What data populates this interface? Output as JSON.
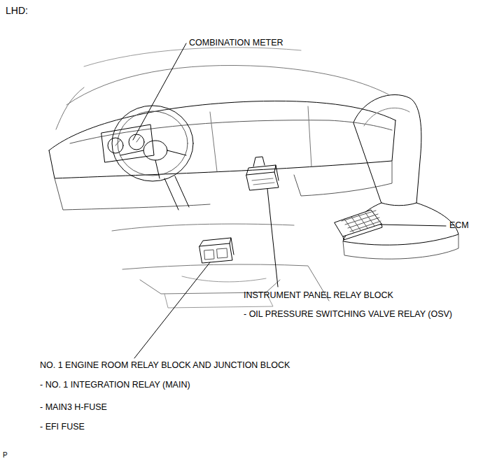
{
  "diagram": {
    "labels": [
      "LHD:",
      "COMBINATION METER",
      "ECM",
      "INSTRUMENT PANEL RELAY BLOCK",
      "- OIL PRESSURE SWITCHING VALVE RELAY (OSV)",
      "NO. 1 ENGINE ROOM RELAY BLOCK AND JUNCTION BLOCK",
      "- NO. 1 INTEGRATION RELAY (MAIN)",
      "- MAIN3 H-FUSE",
      "- EFI FUSE",
      "P"
    ]
  }
}
